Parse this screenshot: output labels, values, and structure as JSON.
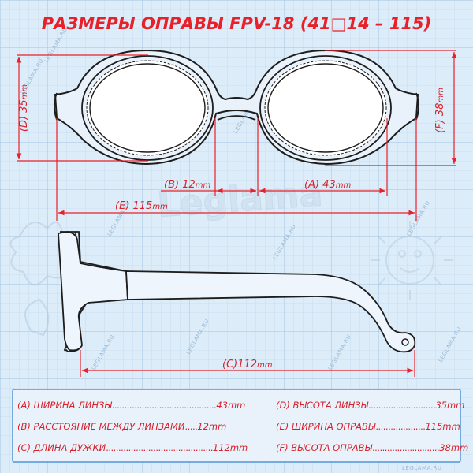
{
  "title": "РАЗМЕРЫ ОПРАВЫ FPV-18 (41□14 – 115)",
  "watermark": "LEGLAMA.RU",
  "brand_watermark": "Leglama",
  "dimensions": {
    "D": {
      "label": "(D) 35",
      "unit": "mm"
    },
    "F": {
      "label": "(F) 38",
      "unit": "mm"
    },
    "B": {
      "label": "(B) 12",
      "unit": "mm"
    },
    "A": {
      "label": "(A) 43",
      "unit": "mm"
    },
    "E": {
      "label": "(E) 115",
      "unit": "mm"
    },
    "C": {
      "label": "(C)112",
      "unit": "mm"
    }
  },
  "table": {
    "left": [
      {
        "name": "(A) ШИРИНА ЛИНЗЫ",
        "dots": "..........................................",
        "value": "43mm"
      },
      {
        "name": "(B) РАССТОЯНИЕ МЕЖДУ ЛИНЗАМИ",
        "dots": ".....",
        "value": "12mm"
      },
      {
        "name": "(C) ДЛИНА ДУЖКИ",
        "dots": "...........................................",
        "value": "112mm"
      }
    ],
    "right": [
      {
        "name": "(D) ВЫСОТА ЛИНЗЫ",
        "dots": "...........................",
        "value": "35mm"
      },
      {
        "name": "(E) ШИРИНА ОПРАВЫ",
        "dots": "....................",
        "value": "115mm"
      },
      {
        "name": "(F) ВЫСОТА ОПРАВЫ",
        "dots": "...........................",
        "value": "38mm"
      }
    ]
  },
  "colors": {
    "background": "#dcecf8",
    "grid": "#b9d4ec",
    "grid_major": "#a9c7e3",
    "accent": "#e8202a",
    "outline": "#1d1d1d",
    "table_border": "#4b8fd6",
    "table_bg": "#eaf3fb"
  }
}
